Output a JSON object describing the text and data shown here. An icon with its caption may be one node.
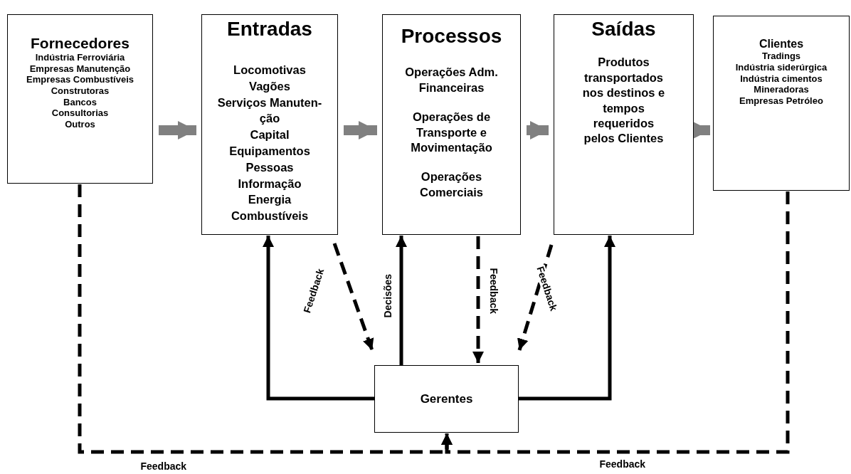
{
  "diagram": {
    "nodes": [
      {
        "text": [
          "Fornecedores",
          "Indústria Ferroviária",
          "Empresas Manutenção",
          "Empresas Combustíveis",
          "Construtoras",
          "Bancos",
          "Consultorias",
          "Outros"
        ]
      },
      {
        "text": [
          "Entradas",
          "Locomotivas",
          "Vagões",
          "Serviços Manuten- ção",
          "Capital",
          "Equipamentos",
          "Pessoas",
          "Informação",
          "Energia",
          "Combustíveis"
        ]
      },
      {
        "text": [
          "Processos",
          "Operações Adm. Financeiras",
          "Operações de Transporte e Movimentação",
          "Operações Comerciais"
        ]
      },
      {
        "text": [
          "Saídas",
          "Produtos transportados nos destinos e tempos requeridos pelos Clientes"
        ]
      },
      {
        "text": [
          "Clientes",
          "Tradings",
          "Indústria siderúrgica",
          "Indústria cimentos",
          "Mineradoras",
          "Empresas Petróleo"
        ]
      },
      {
        "text": [
          "Gerentes"
        ]
      }
    ],
    "edges": [
      {
        "from": 0,
        "to": 1,
        "arrow": "to",
        "style": "thick",
        "color": "#808080"
      },
      {
        "from": 1,
        "to": 2,
        "arrow": "to",
        "style": "thick",
        "color": "#808080"
      },
      {
        "from": 2,
        "to": 3,
        "arrow": "to",
        "style": "thick",
        "color": "#808080"
      },
      {
        "from": 3,
        "to": 4,
        "arrow": "to",
        "style": "thick",
        "color": "#808080"
      },
      {
        "from": 5,
        "to": 1,
        "arrow": "to"
      },
      {
        "from": 5,
        "to": 2,
        "arrow": "to",
        "label": "Decisões"
      },
      {
        "from": 5,
        "to": 3,
        "arrow": "to"
      },
      {
        "from": 1,
        "to": 5,
        "arrow": "to",
        "style": "dashed",
        "label": "Feedback"
      },
      {
        "from": 2,
        "to": 5,
        "arrow": "to",
        "style": "dashed",
        "label": "Feedback"
      },
      {
        "from": 3,
        "to": 5,
        "arrow": "to",
        "style": "dashed",
        "label": "Feedback"
      },
      {
        "from": 0,
        "to": 5,
        "arrow": "to",
        "style": "dashed",
        "label": "Feedback"
      },
      {
        "from": 4,
        "to": 5,
        "arrow": "to",
        "style": "dashed",
        "label": "Feedback"
      }
    ]
  }
}
